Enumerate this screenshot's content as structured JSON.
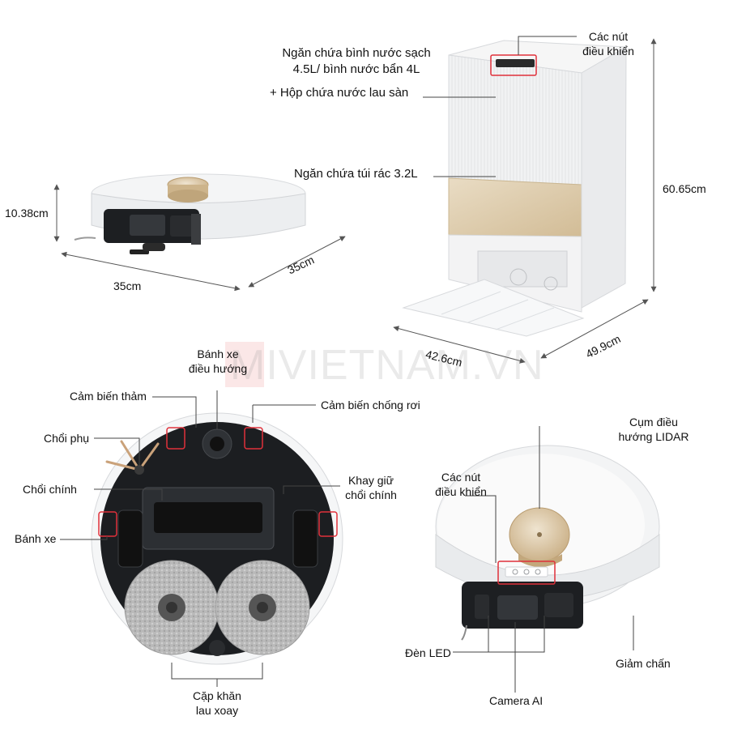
{
  "watermark": "MIVIETNAM.VN",
  "dimensions": {
    "robot_height": "10.38cm",
    "robot_width": "35cm",
    "robot_depth": "35cm",
    "station_height": "60.65cm",
    "station_width": "42.6cm",
    "station_depth": "49.9cm"
  },
  "station_labels": {
    "clean_dirty_tank_line1": "Ngăn chứa bình nước sạch",
    "clean_dirty_tank_line2": "4.5L/ bình nước bẩn 4L",
    "floor_solution_box": "+ Hộp chứa nước lau sàn",
    "dust_bag": "Ngăn chứa túi rác 3.2L",
    "controls_line1": "Các nút",
    "controls_line2": "điều khiển"
  },
  "bottom_labels": {
    "steering_wheel_line1": "Bánh xe",
    "steering_wheel_line2": "điều hướng",
    "carpet_sensor": "Cảm biến thảm",
    "cliff_sensor": "Cảm biến chống rơi",
    "side_brush": "Chổi phụ",
    "main_brush": "Chổi chính",
    "brush_tray_line1": "Khay giữ",
    "brush_tray_line2": "chổi chính",
    "wheel": "Bánh xe",
    "mop_pads_line1": "Cặp khăn",
    "mop_pads_line2": "lau xoay"
  },
  "top_labels": {
    "lidar_line1": "Cụm điều",
    "lidar_line2": "hướng LIDAR",
    "controls_line1": "Các nút",
    "controls_line2": "điều khiển",
    "led": "Đèn LED",
    "bumper": "Giảm chấn",
    "ai_camera": "Camera AI"
  },
  "colors": {
    "highlight": "#e0303a",
    "leader": "#444444",
    "accent_gold": "#d6c2a0"
  }
}
